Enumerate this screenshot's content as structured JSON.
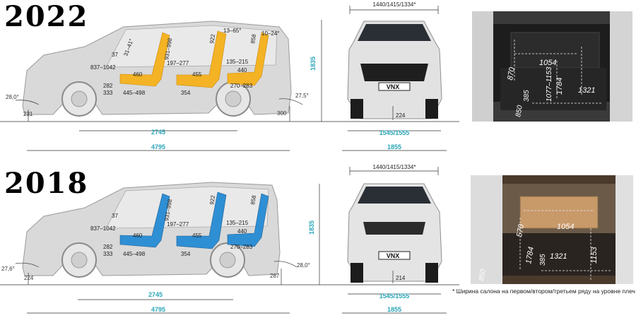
{
  "rows": [
    {
      "year": "2022",
      "side": {
        "roof_angle": "13–65°",
        "rear_seat_angle": "10–24°",
        "fold_range": "31–41°",
        "seatback_1": "931–998",
        "seatback_2": "922",
        "seatback_3": "858",
        "front_knee": "37",
        "pedal_range": "837–1042",
        "front_cushion": "460",
        "second_cushion": "455",
        "third_cushion": "440",
        "legroom_2": "197–277",
        "legroom_3": "135–215",
        "front_floor": "282",
        "front_floor_2": "333",
        "front_travel": "445–498",
        "second_floor": "354",
        "third_floor": "270–283",
        "approach_angle": "28,0°",
        "departure_angle": "27,5°",
        "front_clearance": "231",
        "rear_clearance": "300",
        "height": "1835",
        "wheelbase": "2745",
        "length": "4795"
      },
      "front": {
        "cabin_width": "1440/1415/1334*",
        "ground_clearance": "224",
        "track": "1545/1555",
        "width": "1855",
        "plate": "VNX"
      },
      "cargo": {
        "depth": "1054",
        "height": "870",
        "floor_depth": "1321",
        "length_folded": "1784",
        "seat_width": "1077–1153",
        "side": "385",
        "lip": "850"
      }
    },
    {
      "year": "2018",
      "side": {
        "seatback_1": "931–998",
        "seatback_2": "922",
        "seatback_3": "858",
        "front_knee": "37",
        "pedal_range": "837–1042",
        "front_cushion": "460",
        "second_cushion": "455",
        "third_cushion": "440",
        "legroom_2": "197–277",
        "legroom_3": "135–215",
        "front_floor": "282",
        "front_floor_2": "333",
        "front_travel": "445–498",
        "second_floor": "354",
        "third_floor": "270–283",
        "approach_angle": "27,6°",
        "departure_angle": "28,0°",
        "front_clearance": "224",
        "rear_clearance": "287",
        "height": "1835",
        "wheelbase": "2745",
        "length": "4795"
      },
      "front": {
        "cabin_width": "1440/1415/1334*",
        "ground_clearance": "214",
        "track": "1545/1555",
        "width": "1855",
        "plate": "VNX"
      },
      "cargo": {
        "depth": "1054",
        "height": "570",
        "floor_depth": "1321",
        "length_folded": "1784",
        "seat_width": "1153",
        "side": "385",
        "lip": "850"
      }
    }
  ],
  "footnote": "* Ширина салона на первом/втором/третьем ряду на уровне плеч",
  "colors": {
    "seat_2022": "#f4b324",
    "seat_2018": "#2f8fd4",
    "teal": "#2aa6b8",
    "body": "#d9d9d9"
  }
}
